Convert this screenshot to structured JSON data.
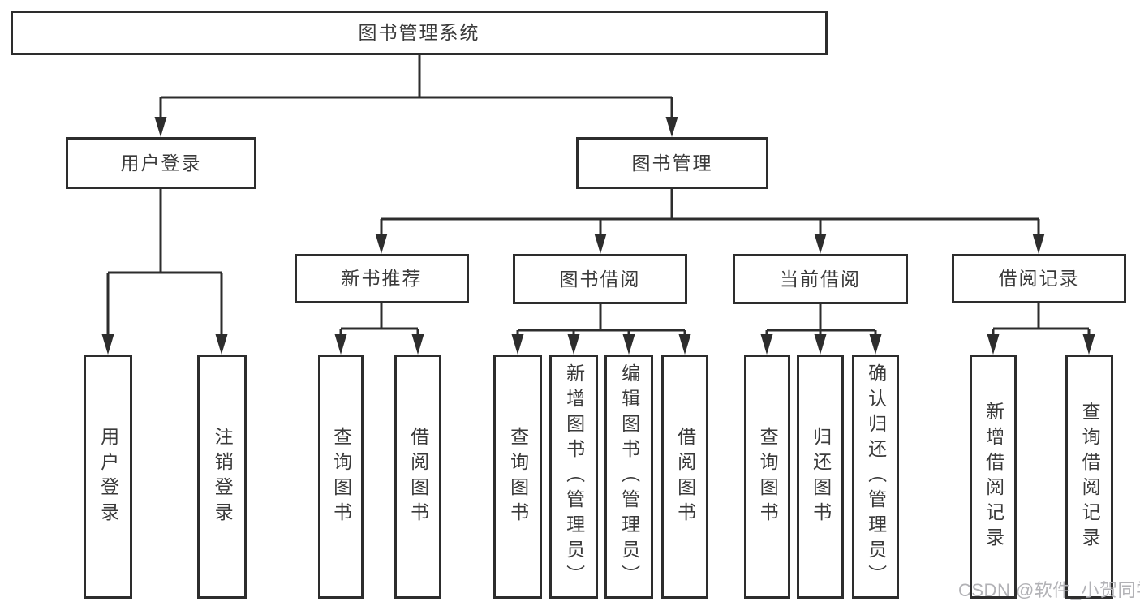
{
  "diagram": {
    "nodes": [
      {
        "id": "root",
        "label": "图书管理系统",
        "orient": "h"
      },
      {
        "id": "user-login",
        "label": "用户登录",
        "orient": "h"
      },
      {
        "id": "book-mgmt",
        "label": "图书管理",
        "orient": "h"
      },
      {
        "id": "new-book-rec",
        "label": "新书推荐",
        "orient": "h"
      },
      {
        "id": "book-borrow",
        "label": "图书借阅",
        "orient": "h"
      },
      {
        "id": "current-borrow",
        "label": "当前借阅",
        "orient": "h"
      },
      {
        "id": "borrow-records",
        "label": "借阅记录",
        "orient": "h"
      },
      {
        "id": "leaf-user-login",
        "label": "用户登录",
        "orient": "v"
      },
      {
        "id": "leaf-logout",
        "label": "注销登录",
        "orient": "v"
      },
      {
        "id": "leaf-query-book-1",
        "label": "查询图书",
        "orient": "v"
      },
      {
        "id": "leaf-borrow-book-1",
        "label": "借阅图书",
        "orient": "v"
      },
      {
        "id": "leaf-query-book-2",
        "label": "查询图书",
        "orient": "v"
      },
      {
        "id": "leaf-add-book",
        "label": "新增图书（管理员）",
        "orient": "v"
      },
      {
        "id": "leaf-edit-book",
        "label": "编辑图书（管理员）",
        "orient": "v"
      },
      {
        "id": "leaf-borrow-book-2",
        "label": "借阅图书",
        "orient": "v"
      },
      {
        "id": "leaf-query-book-3",
        "label": "查询图书",
        "orient": "v"
      },
      {
        "id": "leaf-return-book",
        "label": "归还图书",
        "orient": "v"
      },
      {
        "id": "leaf-confirm-return",
        "label": "确认归还（管理员）",
        "orient": "v"
      },
      {
        "id": "leaf-add-borrow-rec",
        "label": "新增借阅记录",
        "orient": "v"
      },
      {
        "id": "leaf-query-borrow-rec",
        "label": "查询借阅记录",
        "orient": "v"
      }
    ]
  },
  "watermark": {
    "text": "CSDN @软件_小贺同学"
  },
  "colors": {
    "line": "#2d2d2d",
    "text": "#3a3a3a",
    "watermark": "#b2b2b6",
    "background": "#ffffff"
  }
}
